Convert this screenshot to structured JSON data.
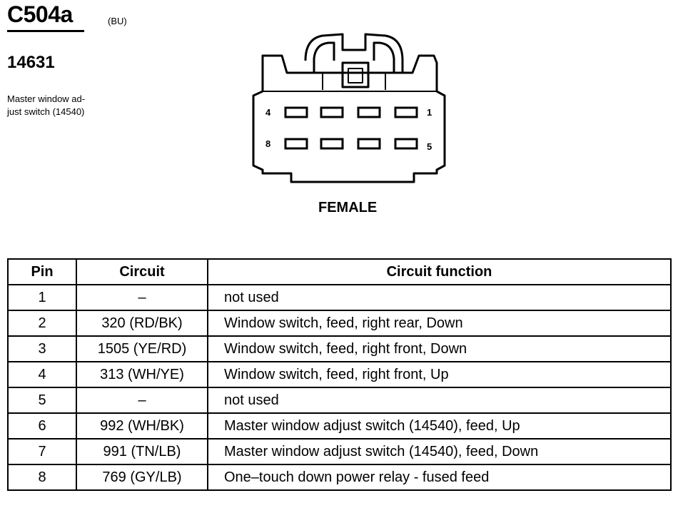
{
  "header": {
    "connector_id": "C504a",
    "color_code": "(BU)",
    "part_number": "14631",
    "description_lines": [
      "Master window ad-",
      "just switch (14540)"
    ]
  },
  "diagram": {
    "pin_labels": {
      "top_left": "4",
      "top_right": "1",
      "bottom_left": "8",
      "bottom_right": "5"
    },
    "gender": "FEMALE"
  },
  "table": {
    "headers": [
      "Pin",
      "Circuit",
      "Circuit function"
    ],
    "rows": [
      {
        "pin": "1",
        "circuit": "–",
        "function": "not used"
      },
      {
        "pin": "2",
        "circuit": "320 (RD/BK)",
        "function": "Window switch, feed, right rear, Down"
      },
      {
        "pin": "3",
        "circuit": "1505 (YE/RD)",
        "function": "Window switch, feed, right front, Down"
      },
      {
        "pin": "4",
        "circuit": "313 (WH/YE)",
        "function": "Window switch, feed, right front, Up"
      },
      {
        "pin": "5",
        "circuit": "–",
        "function": "not used"
      },
      {
        "pin": "6",
        "circuit": "992 (WH/BK)",
        "function": "Master window adjust switch (14540), feed, Up"
      },
      {
        "pin": "7",
        "circuit": "991 (TN/LB)",
        "function": "Master window adjust switch (14540), feed, Down"
      },
      {
        "pin": "8",
        "circuit": "769 (GY/LB)",
        "function": "One–touch down power relay - fused feed"
      }
    ]
  }
}
